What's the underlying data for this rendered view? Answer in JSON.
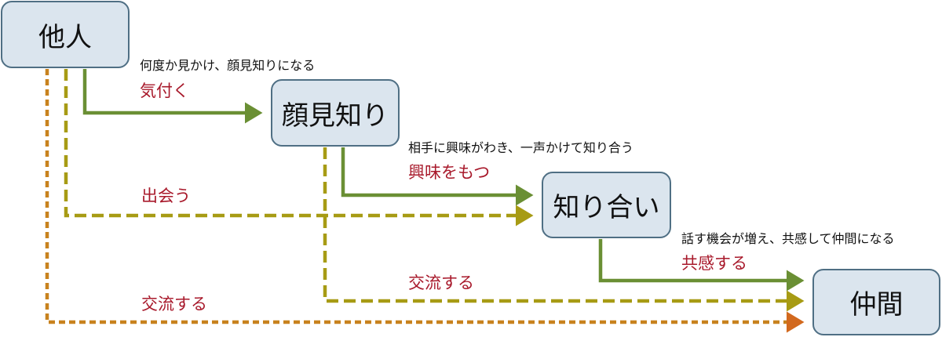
{
  "colors": {
    "node_fill": "#dbe5ee",
    "node_border": "#4f6f84",
    "direct_path": "#6a8f34",
    "skip_one": "#a79b14",
    "skip_all": "#c8821e",
    "skip_all_head": "#d2691e",
    "label_text": "#a8192b"
  },
  "nodes": [
    {
      "id": "stranger",
      "label": "他人"
    },
    {
      "id": "acquaintance-by-sight",
      "label": "顔見知り"
    },
    {
      "id": "acquaintance",
      "label": "知り合い"
    },
    {
      "id": "companion",
      "label": "仲間"
    }
  ],
  "steps": [
    {
      "description": "何度か見かけ、顔見知りになる",
      "action": "気付く"
    },
    {
      "description": "相手に興味がわき、一声かけて知り合う",
      "action": "興味をもつ"
    },
    {
      "description": "話す機会が増え、共感して仲間になる",
      "action": "共感する"
    }
  ],
  "shortcuts": [
    {
      "from": "他人",
      "to": "知り合い",
      "action": "出会う"
    },
    {
      "from": "顔見知り",
      "to": "仲間",
      "action": "交流する"
    },
    {
      "from": "他人",
      "to": "仲間",
      "action": "交流する"
    }
  ]
}
